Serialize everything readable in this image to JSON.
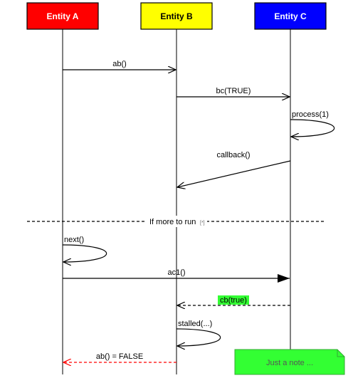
{
  "entities": [
    {
      "label": "Entity A",
      "fill": "#ff0000",
      "text_color": "#ffffff"
    },
    {
      "label": "Entity B",
      "fill": "#ffff00",
      "text_color": "#000000"
    },
    {
      "label": "Entity C",
      "fill": "#0000ff",
      "text_color": "#ffffff"
    }
  ],
  "messages": [
    {
      "label": "ab()"
    },
    {
      "label": "bc(TRUE)"
    },
    {
      "label": "process(1)"
    },
    {
      "label": "callback()"
    },
    {
      "label": "next()"
    },
    {
      "label": "ac1()"
    },
    {
      "label": "cb(true)",
      "highlight": "#33ff33"
    },
    {
      "label": "stalled(...)"
    },
    {
      "label": "ab() = FALSE",
      "color": "#ff0000"
    }
  ],
  "divider": {
    "label": "If more to run",
    "marker": "[*]"
  },
  "note": {
    "label": "Just a note ...",
    "fill": "#33ff33",
    "border": "#33aa33"
  }
}
